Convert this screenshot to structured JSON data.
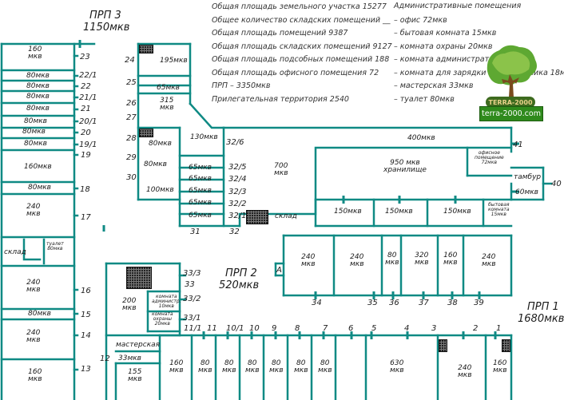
{
  "prp": {
    "prp3_name": "ПРП 3",
    "prp3_area": "1150мкв",
    "prp2_name": "ПРП 2",
    "prp2_area": "520мкв",
    "prp1_name": "ПРП 1",
    "prp1_area": "1680мкв"
  },
  "info_lines": [
    "Общая площадь земельного участка 15277",
    "Общее количество складских помещений __",
    "Общая площадь помещений 9387",
    "Общая площадь складских помещений 9127",
    "Общая площадь подсобных помещений 188",
    "Общая площадь офисного помещения 72",
    "ПРП – 3350мкв",
    "Прилегательная территория 2540"
  ],
  "admin": {
    "title": "Административные помещения",
    "items": [
      "– офис 72мкв",
      "– бытовая комната 15мкв",
      "– комната охраны 20мкв",
      "– комната администратора 10мкв",
      "– комната для зарядки эл. погрузчика 18мкв",
      "– мастерская 33мкв",
      "– туалет 80мкв"
    ]
  },
  "logo_text": "TERRA-2000",
  "site_url": "terra-2000.com",
  "rooms": {
    "r160a": "160\nмкв",
    "r80a": "80мкв",
    "r80b": "80мкв",
    "r80c": "80мкв",
    "r80d": "80мкв",
    "r80e": "80мкв",
    "r80f": "80мкв",
    "r80g": "80мкв",
    "r160b": "160мкв",
    "r80h": "80мкв",
    "r240a": "240\nмкв",
    "sklad_left": "склад",
    "toilet": "туалет\n80мкв",
    "r240b": "240\nмкв",
    "r80i": "80мкв",
    "r240c": "240\nмкв",
    "r160c": "160\nмкв",
    "r195": "195мкв",
    "r65a": "65мкв",
    "r315": "315\nмкв",
    "r80j": "80мкв",
    "r80k": "80мкв",
    "r100": "100мкв",
    "r130": "130мкв",
    "r65b": "65мкв",
    "r65c": "65мкв",
    "r65d": "65мкв",
    "r65e": "65мкв",
    "r65f": "65мкв",
    "r700": "700\nмкв",
    "sklad_mid": "склад",
    "r400": "400мкв",
    "r950": "950 мкв\nхранилище",
    "office72": "офисное\nпомещение\n72мкв",
    "tambur": "тамбур",
    "r60": "60мкв",
    "r150a": "150мкв",
    "r150b": "150мкв",
    "r150c": "150мкв",
    "byt": "бытовая\nкомната\n15мкв",
    "r240d": "240\nмкв",
    "r240e": "240\nмкв",
    "r80l": "80\nмкв",
    "r320": "320\nмкв",
    "r160d": "160\nмкв",
    "r240f": "240\nмкв",
    "r200": "200\nмкв",
    "admin_room": "комната\nадминистр.\n10мкв",
    "guard_room": "комната\nохраны\n20мкв",
    "masterskaya": "мастерская",
    "r33": "33мкв",
    "r155": "155\nмкв",
    "r160e": "160\nмкв",
    "r80m": "80\nмкв",
    "r80n": "80\nмкв",
    "r80o": "80\nмкв",
    "r80p": "80\nмкв",
    "r80q": "80\nмкв",
    "r80r": "80\nмкв",
    "r630": "630\nмкв",
    "r240g": "240\nмкв",
    "r160f": "160\nмкв"
  },
  "gate_numbers": {
    "g23": "23",
    "g22_1": "22/1",
    "g22": "22",
    "g21_1": "21/1",
    "g21": "21",
    "g20_1": "20/1",
    "g20": "20",
    "g19_1": "19/1",
    "g19": "19",
    "g18": "18",
    "g17": "17",
    "g16": "16",
    "g15": "15",
    "g14": "14",
    "g13": "13",
    "g12": "12",
    "g24": "24",
    "g25": "25",
    "g26": "26",
    "g27": "27",
    "g28": "28",
    "g29": "29",
    "g30": "30",
    "g31": "31",
    "g32": "32",
    "g32_6": "32/6",
    "g32_5": "32/5",
    "g32_4": "32/4",
    "g32_3": "32/3",
    "g32_2": "32/2",
    "g32_1": "32/1",
    "g41": "41",
    "g40": "40",
    "g34": "34",
    "g35": "35",
    "g36": "36",
    "g37": "37",
    "g38": "38",
    "g39": "39",
    "g33_3": "33/3",
    "g33": "33",
    "g33_2": "33/2",
    "g33_1": "33/1",
    "g11_1": "11/1",
    "g11": "11",
    "g10_1": "10/1",
    "g10": "10",
    "g9": "9",
    "g8": "8",
    "g7": "7",
    "g6": "6",
    "g5": "5",
    "g4": "4",
    "g3": "3",
    "g2": "2",
    "g1": "1",
    "gA": "А"
  },
  "colors": {
    "wall": "#0f8a84",
    "text": "#1b1b1b",
    "logo_green": "#2f8a1c"
  }
}
